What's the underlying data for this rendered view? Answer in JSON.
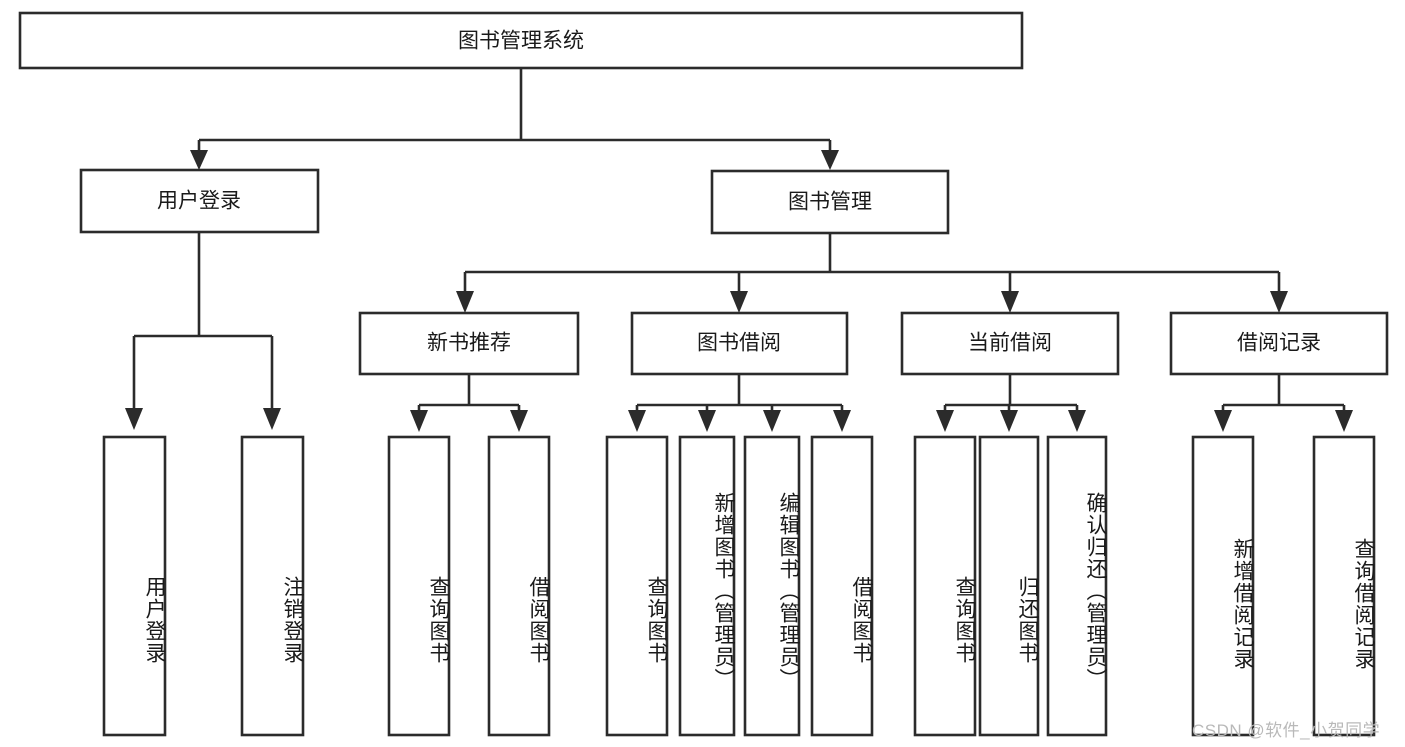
{
  "diagram": {
    "type": "tree",
    "title": "图书管理系统",
    "root": {
      "id": "root",
      "label": "图书管理系统",
      "level": 1
    },
    "level2": [
      {
        "id": "user-login",
        "label": "用户登录",
        "level": 2
      },
      {
        "id": "book-manage",
        "label": "图书管理",
        "level": 2
      }
    ],
    "level3": [
      {
        "id": "new-book-recommend",
        "label": "新书推荐",
        "level": 3,
        "parent": "book-manage"
      },
      {
        "id": "book-borrow",
        "label": "图书借阅",
        "level": 3,
        "parent": "book-manage"
      },
      {
        "id": "current-borrow",
        "label": "当前借阅",
        "level": 3,
        "parent": "book-manage"
      },
      {
        "id": "borrow-record",
        "label": "借阅记录",
        "level": 3,
        "parent": "book-manage"
      }
    ],
    "leaves": [
      {
        "id": "leaf-user-login",
        "label": "用户登录",
        "parent": "user-login"
      },
      {
        "id": "leaf-logout-login",
        "label": "注销登录",
        "parent": "user-login"
      },
      {
        "id": "leaf-query-book-1",
        "label": "查询图书",
        "parent": "new-book-recommend"
      },
      {
        "id": "leaf-borrow-book-1",
        "label": "借阅图书",
        "parent": "new-book-recommend"
      },
      {
        "id": "leaf-query-book-2",
        "label": "查询图书",
        "parent": "book-borrow"
      },
      {
        "id": "leaf-add-book",
        "label": "新增图书（管理员）",
        "parent": "book-borrow"
      },
      {
        "id": "leaf-edit-book",
        "label": "编辑图书（管理员）",
        "parent": "book-borrow"
      },
      {
        "id": "leaf-borrow-book-2",
        "label": "借阅图书",
        "parent": "book-borrow"
      },
      {
        "id": "leaf-query-book-3",
        "label": "查询图书",
        "parent": "current-borrow"
      },
      {
        "id": "leaf-return-book",
        "label": "归还图书",
        "parent": "current-borrow"
      },
      {
        "id": "leaf-confirm-return",
        "label": "确认归还（管理员）",
        "parent": "current-borrow"
      },
      {
        "id": "leaf-add-record",
        "label": "新增借阅记录",
        "parent": "borrow-record"
      },
      {
        "id": "leaf-query-record",
        "label": "查询借阅记录",
        "parent": "borrow-record"
      }
    ],
    "colors": {
      "box_fill": "#ffffff",
      "box_stroke": "#2b2b2b",
      "connector": "#2b2b2b",
      "text": "#1a1a1a",
      "background": "#ffffff",
      "watermark": "#b9b9b9"
    }
  },
  "watermark": {
    "text": "CSDN @软件_小贺同学"
  }
}
